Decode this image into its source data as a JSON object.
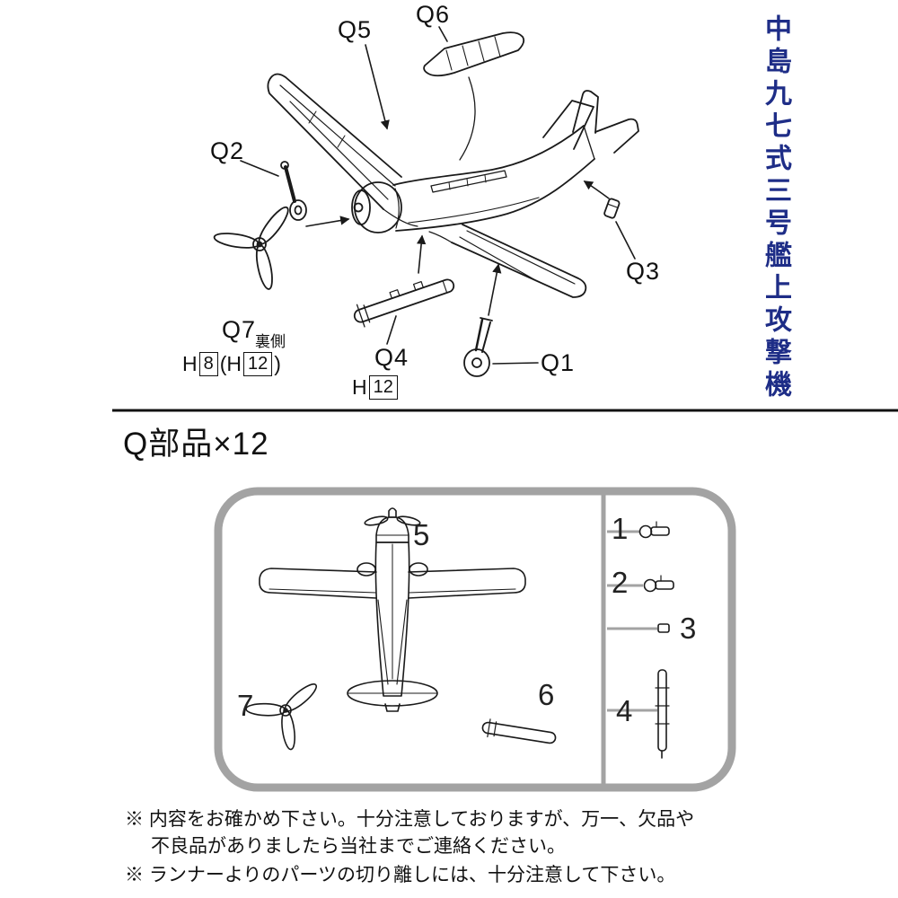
{
  "colors": {
    "title_navy": "#1e2d87",
    "line_black": "#1a1a1a",
    "sprue_gray": "#a3a3a3"
  },
  "title": {
    "vertical_text": "中島九七式三号艦上攻撃機"
  },
  "assembly": {
    "labels": {
      "q1": "Q1",
      "q2": "Q2",
      "q3": "Q3",
      "q4": "Q4",
      "q5": "Q5",
      "q6": "Q6",
      "q7": "Q7"
    },
    "q7_footnote": {
      "back_side_label": "裏側",
      "prefix": "H",
      "boxed_1": "8",
      "middle": "(H",
      "boxed_2": "12",
      "suffix": ")"
    },
    "q4_footnote": {
      "prefix": "H",
      "boxed": "12"
    }
  },
  "sprue": {
    "heading": "Q部品×12",
    "numbers": {
      "n1": "1",
      "n2": "2",
      "n3": "3",
      "n4": "4",
      "n5": "5",
      "n6": "6",
      "n7": "7"
    }
  },
  "footer": {
    "note1": "※ 内容をお確かめ下さい。十分注意しておりますが、万一、欠品や",
    "note2": "不良品がありましたら当社までご連絡ください。",
    "note3": "※ ランナーよりのパーツの切り離しには、十分注意して下さい。"
  }
}
